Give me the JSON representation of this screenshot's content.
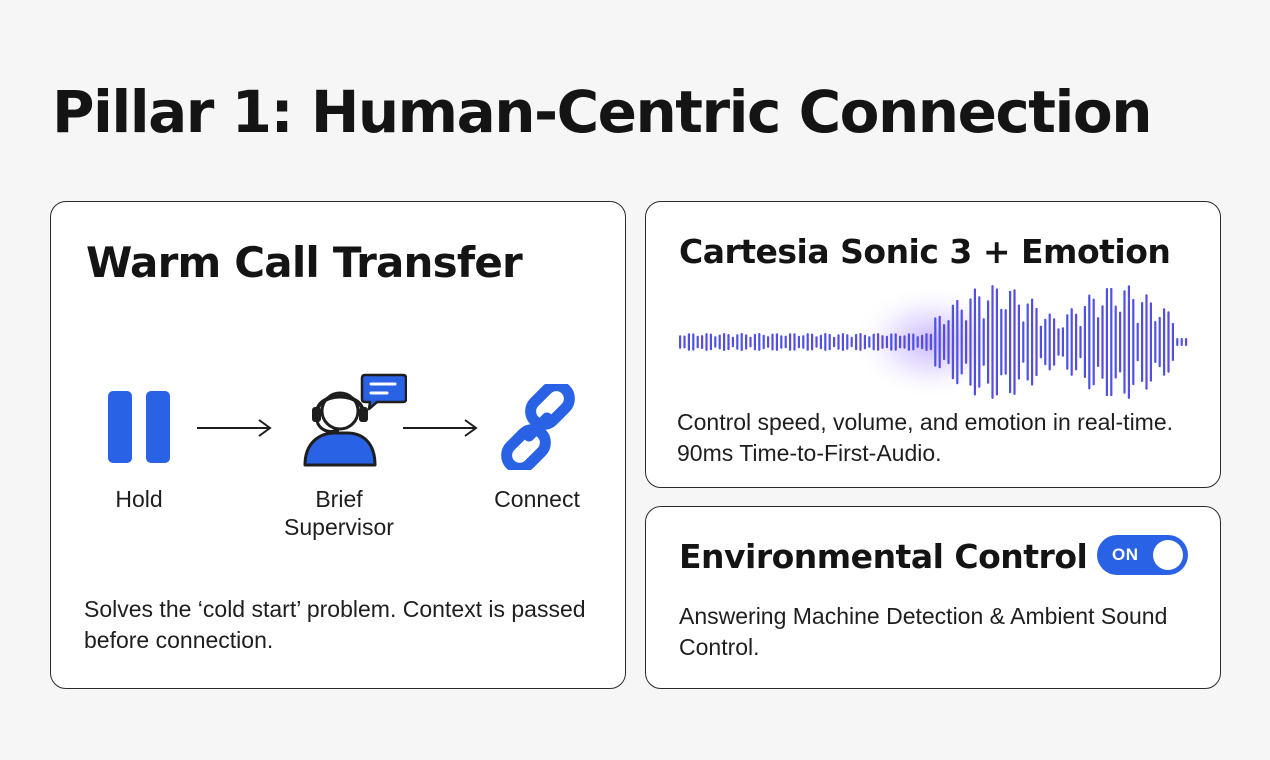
{
  "page": {
    "title": "Pillar 1: Human-Centric Connection"
  },
  "warm_transfer": {
    "title": "Warm Call Transfer",
    "steps": [
      {
        "label": "Hold",
        "icon": "pause-icon"
      },
      {
        "label": "Brief\nSupervisor",
        "icon": "agent-headset-icon"
      },
      {
        "label": "Connect",
        "icon": "link-icon"
      }
    ],
    "description": "Solves the ‘cold start’ problem. Context is passed before connection."
  },
  "sonic": {
    "title": "Cartesia Sonic 3 + Emotion",
    "icon": "audio-waveform",
    "description": "Control speed, volume, and emotion in real-time. 90ms Time-to-First-Audio."
  },
  "environmental": {
    "title": "Environmental Control",
    "toggle_label": "ON",
    "toggle_state": "on",
    "description": "Answering Machine Detection & Ambient Sound Control."
  },
  "colors": {
    "accent_blue": "#2a62e6",
    "wave_purple": "#7a2fd6",
    "text": "#141414"
  }
}
